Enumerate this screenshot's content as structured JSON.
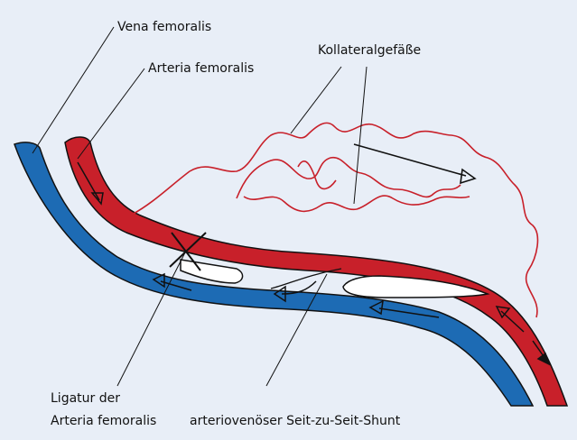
{
  "labels": {
    "vena_femoralis": "Vena femoralis",
    "arteria_femoralis": "Arteria femoralis",
    "kollateralgefaesse": "Kollateralgefäße",
    "ligatur_line1": "Ligatur der",
    "ligatur_line2": "Arteria femoralis",
    "shunt": "arteriovenöser Seit-zu-Seit-Shunt"
  },
  "colors": {
    "background": "#e8eef7",
    "artery": "#c8202a",
    "vein": "#1d6bb4",
    "collateral": "#c8202a",
    "line": "#111111"
  }
}
